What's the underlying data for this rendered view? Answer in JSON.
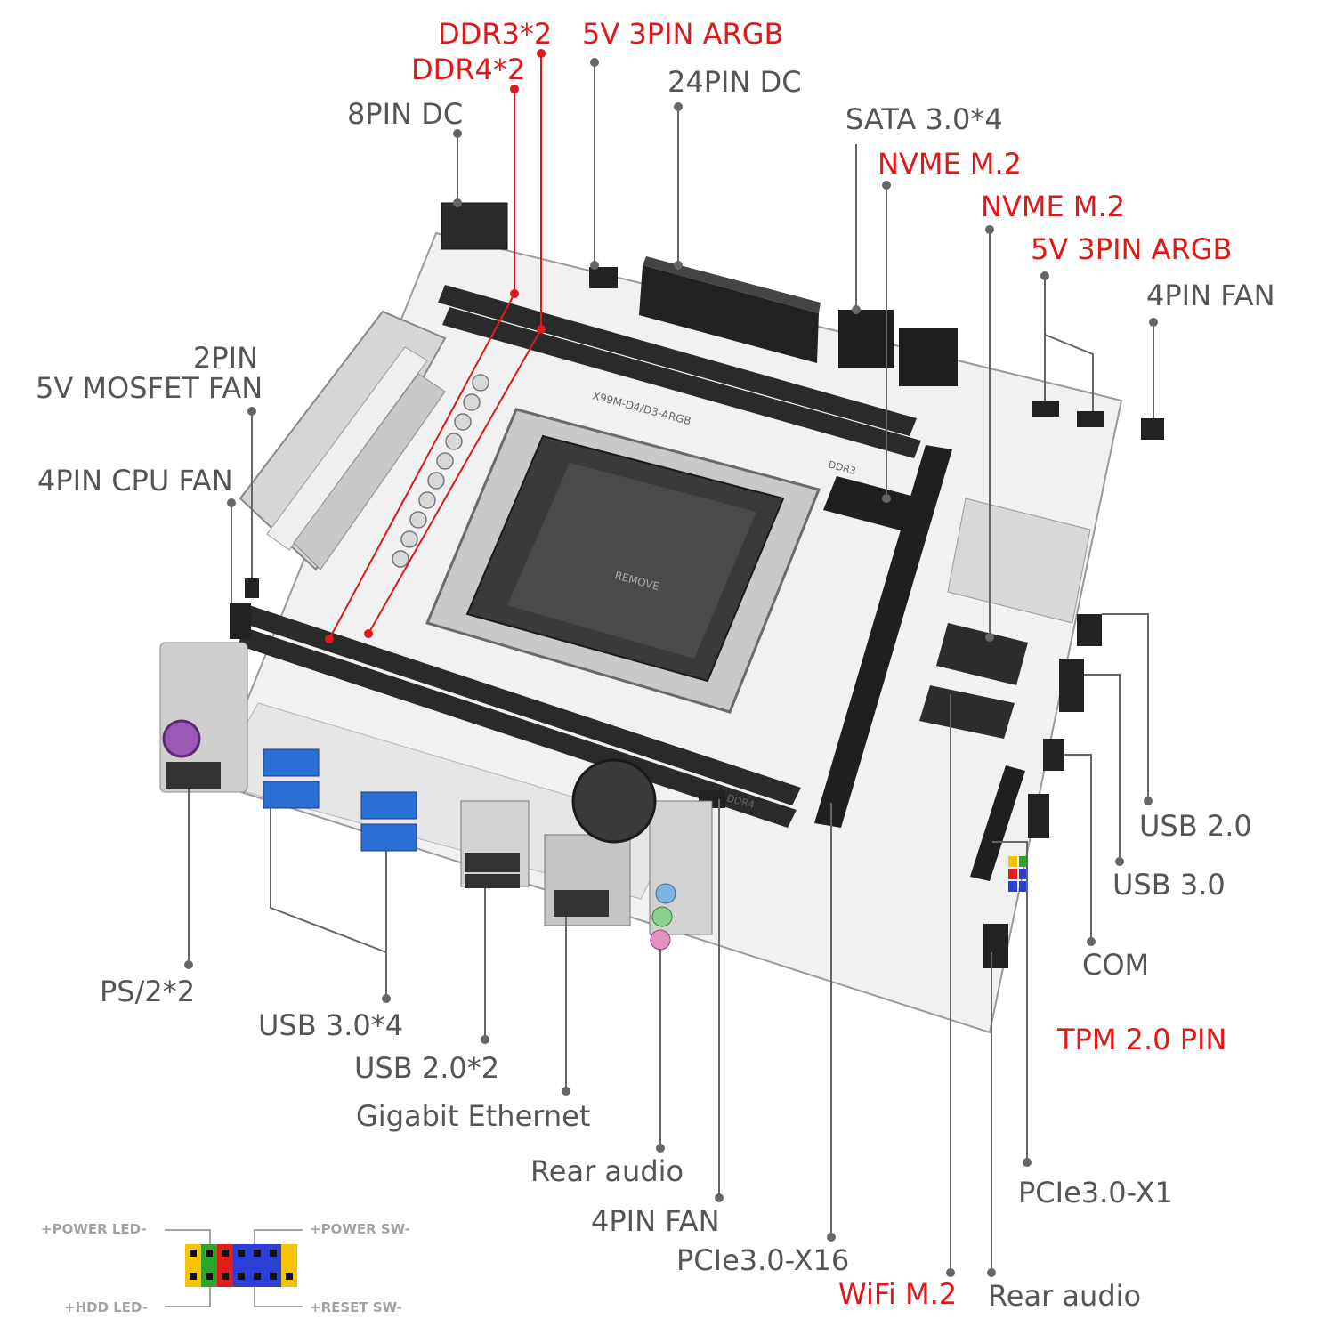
{
  "labels": {
    "ddr3": "DDR3*2",
    "ddr4": "DDR4*2",
    "argb_top": "5V 3PIN ARGB",
    "pin24": "24PIN DC",
    "pin8": "8PIN DC",
    "sata": "SATA 3.0*4",
    "nvme1": "NVME M.2",
    "nvme2": "NVME M.2",
    "argb_right": "5V 3PIN ARGB",
    "fan4_right": "4PIN FAN",
    "mosfet_fan_1": "2PIN",
    "mosfet_fan_2": "5V MOSFET FAN",
    "cpu_fan": "4PIN CPU FAN",
    "usb20_right": "USB 2.0",
    "usb30_right": "USB 3.0",
    "com": "COM",
    "tpm": "TPM 2.0 PIN",
    "ps2": "PS/2*2",
    "usb30x4": "USB 3.0*4",
    "usb20x2": "USB 2.0*2",
    "ethernet": "Gigabit Ethernet",
    "rear_audio_1": "Rear audio",
    "fan4_bottom": "4PIN FAN",
    "pcie_x16": "PCIe3.0-X16",
    "wifi": "WiFi M.2",
    "rear_audio_2": "Rear audio",
    "pcie_x1": "PCIe3.0-X1"
  },
  "legend": {
    "power_led": "+POWER LED-",
    "hdd_led": "+HDD LED-",
    "power_sw": "+POWER SW-",
    "reset_sw": "+RESET SW-"
  },
  "board": {
    "model": "X99M-D4/D3-ARGB",
    "socket_text": "REMOVE",
    "ddr3_silk": "DDR3",
    "ddr4_silk": "DDR4"
  },
  "colors": {
    "label_gray": "#555555",
    "label_red": "#e01818",
    "leader_gray": "#666666",
    "leader_red": "#e01818",
    "usb3_blue": "#2a6fd6",
    "audio_blue": "#7fb3e0",
    "audio_green": "#8bd18b",
    "audio_pink": "#e48fc2"
  }
}
